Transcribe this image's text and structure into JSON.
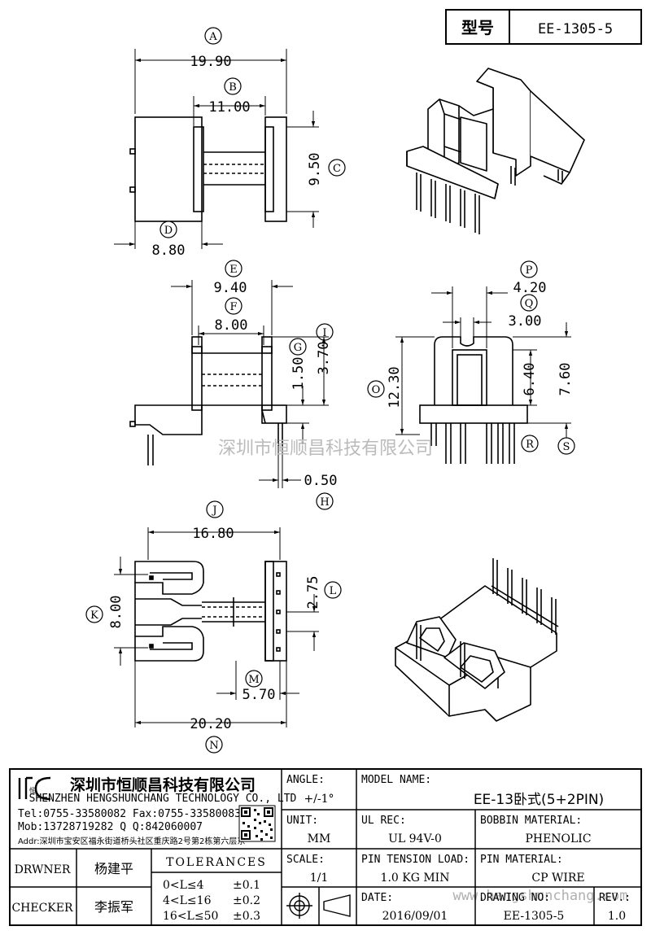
{
  "header": {
    "model_label": "型号",
    "model_value": "EE-1305-5"
  },
  "watermark": {
    "company": "深圳市恒顺昌科技有限公司",
    "url": "www.hengshunchang.com"
  },
  "dimensions": {
    "A": "19.90",
    "B": "11.00",
    "C": "9.50",
    "D": "8.80",
    "E": "9.40",
    "F": "8.00",
    "G": "1.50",
    "H": "0.50",
    "I": "3.70",
    "J": "16.80",
    "K": "8.00",
    "L": "2.75",
    "M": "5.70",
    "N": "20.20",
    "O": "12.30",
    "P": "4.20",
    "Q": "3.00",
    "R": "6.40",
    "S": "7.60"
  },
  "circle_labels": {
    "A": "A",
    "B": "B",
    "C": "C",
    "D": "D",
    "E": "E",
    "F": "F",
    "G": "G",
    "H": "H",
    "I": "I",
    "J": "J",
    "K": "K",
    "L": "L",
    "M": "M",
    "N": "N",
    "O": "O",
    "P": "P",
    "Q": "Q",
    "R": "R",
    "S": "S"
  },
  "title_block": {
    "company_name": "深圳市恒顺昌科技有限公司",
    "company_en": "SHENZHEN HENGSHUNCHANG TECHNOLOGY CO., LTD",
    "tel_fax": "Tel:0755-33580082 Fax:0755-33580083",
    "mob_qq": "Mob:13728719282    Q  Q:842060007",
    "address": "Addr:深圳市宝安区福永街道桥头社区重庆路2号第2栋第六层东",
    "angle_label": "ANGLE:",
    "angle_value": "+/-1°",
    "unit_label": "UNIT:",
    "unit_value": "MM",
    "scale_label": "SCALE:",
    "scale_value": "1/1",
    "model_name_label": "MODEL NAME:",
    "model_name_value": "EE-13卧式(5+2PIN)",
    "ul_rec_label": "UL REC:",
    "ul_rec_value": "UL 94V-0",
    "bobbin_material_label": "BOBBIN MATERIAL:",
    "bobbin_material_value": "PHENOLIC",
    "pin_tension_label": "PIN TENSION LOAD:",
    "pin_tension_value": "1.0 KG MIN",
    "pin_material_label": "PIN MATERIAL:",
    "pin_material_value": "CP WIRE",
    "date_label": "DATE:",
    "date_value": "2016/09/01",
    "drawing_no_label": "DRAWING NO:",
    "drawing_no_value": "EE-1305-5",
    "rev_label": "REV.:",
    "rev_value": "1.0",
    "drawer_label": "DRWNER",
    "drawer_value": "杨建平",
    "checker_label": "CHECKER",
    "checker_value": "李振军",
    "tolerances_label": "TOLERANCES",
    "tol_row1_range": "0<L≤4",
    "tol_row1_value": "±0.1",
    "tol_row2_range": "4<L≤16",
    "tol_row2_value": "±0.2",
    "tol_row3_range": "16<L≤50",
    "tol_row3_value": "±0.3"
  }
}
